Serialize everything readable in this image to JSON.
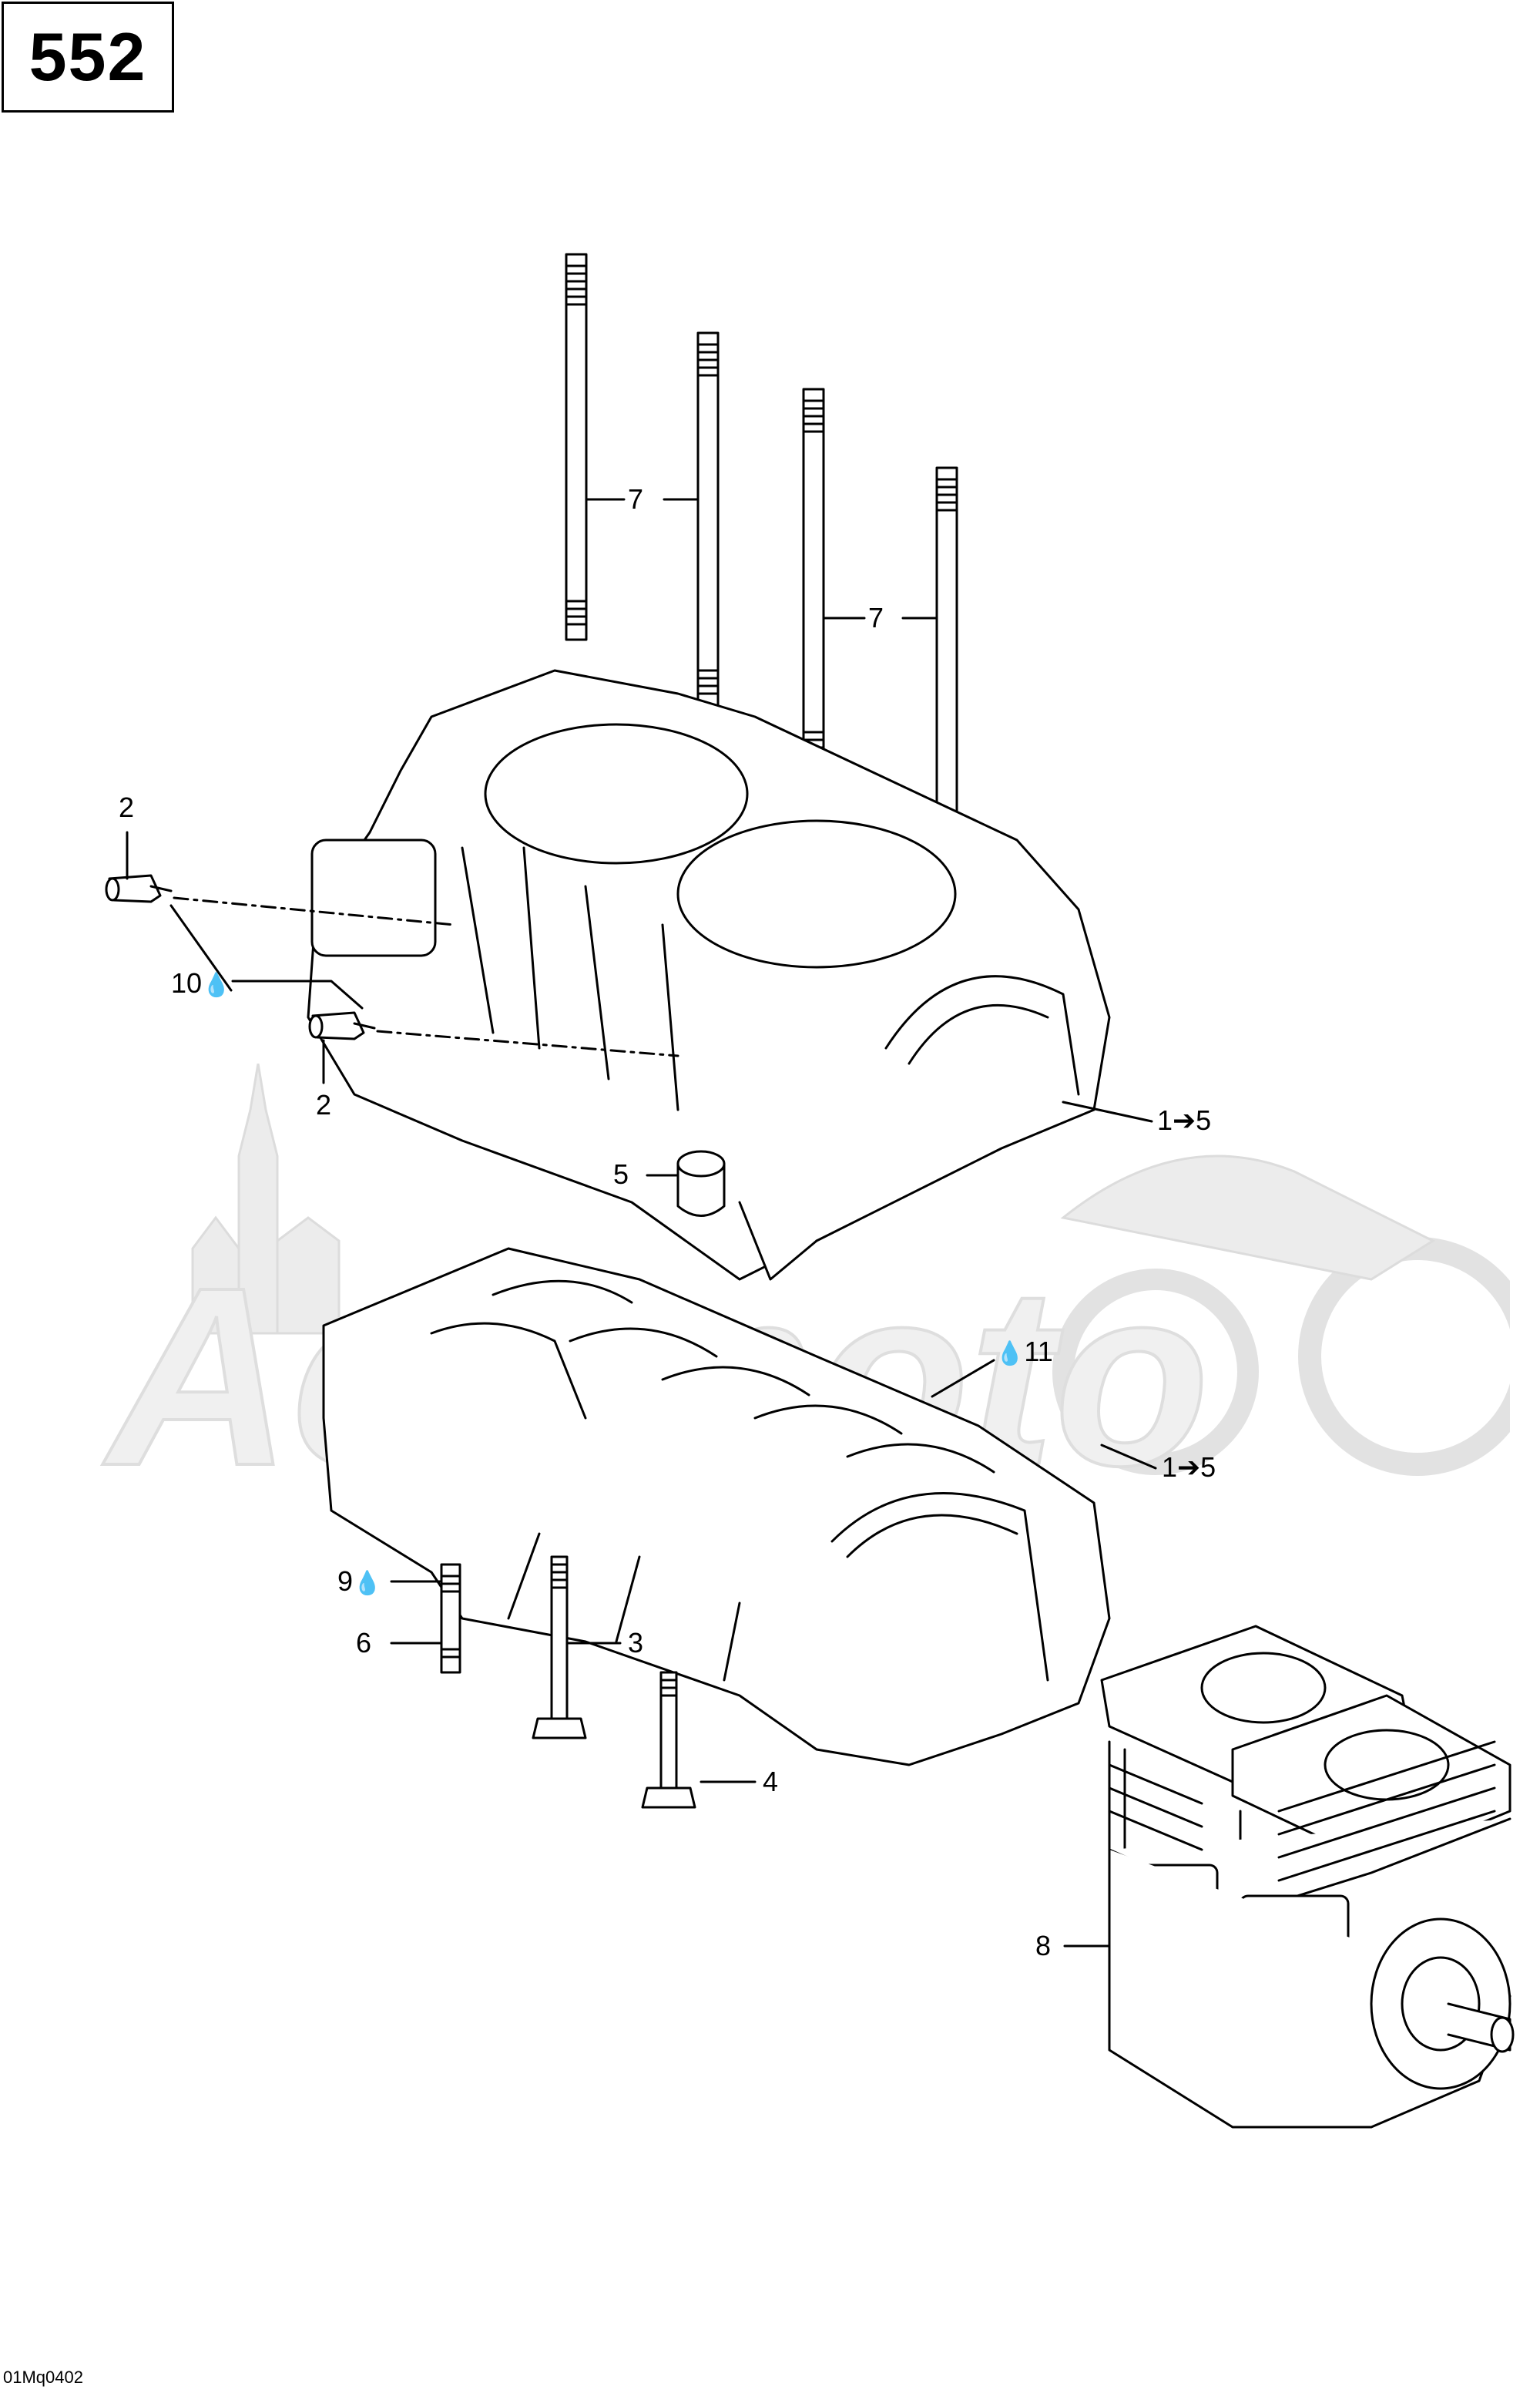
{
  "page_number": "552",
  "image_code": "01Mq0402",
  "watermark_text": "Actimoto",
  "callouts": [
    {
      "id": "c7a",
      "text": "7"
    },
    {
      "id": "c7b",
      "text": "7"
    },
    {
      "id": "c2a",
      "text": "2"
    },
    {
      "id": "c10",
      "text": "10"
    },
    {
      "id": "c2b",
      "text": "2"
    },
    {
      "id": "c15a",
      "text": "1➔5"
    },
    {
      "id": "c5",
      "text": "5"
    },
    {
      "id": "c11",
      "text": "11"
    },
    {
      "id": "c15b",
      "text": "1➔5"
    },
    {
      "id": "c9",
      "text": "9"
    },
    {
      "id": "c6",
      "text": "6"
    },
    {
      "id": "c3",
      "text": "3"
    },
    {
      "id": "c4",
      "text": "4"
    },
    {
      "id": "c8",
      "text": "8"
    }
  ],
  "icons": {
    "drop": "oil-drop-icon"
  },
  "colors": {
    "line": "#000000",
    "watermark": "#e6e6e6"
  }
}
